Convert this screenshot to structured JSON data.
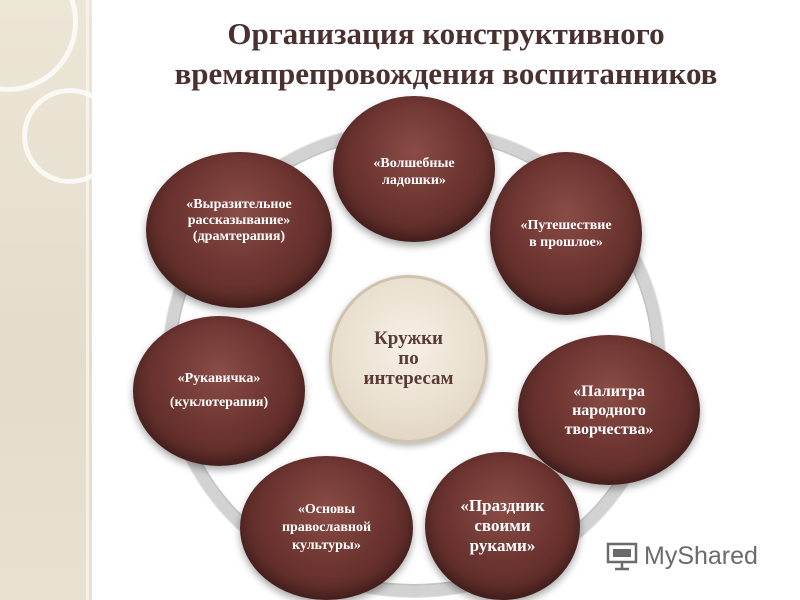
{
  "title": {
    "line1": "Организация конструктивного",
    "line2": "времяпрепровождения воспитанников"
  },
  "center": {
    "line1": "Кружки",
    "line2": "по",
    "line3": "интересам"
  },
  "nodes": [
    {
      "id": "volshebnye-ladoshki",
      "lines": [
        "«Волшебные",
        "ладошки»"
      ]
    },
    {
      "id": "puteshestvie",
      "lines": [
        "«Путешествие",
        "в прошлое»"
      ]
    },
    {
      "id": "palitra",
      "lines": [
        "«Палитра",
        "народного",
        "творчества»"
      ]
    },
    {
      "id": "prazdnik",
      "lines": [
        "«Праздник",
        "своими",
        "руками»"
      ]
    },
    {
      "id": "osnovy",
      "lines": [
        "«Основы",
        "православной",
        "культуры»"
      ]
    },
    {
      "id": "rukavichka",
      "lines": [
        "«Рукавичка»",
        "(куклотерапия)"
      ]
    },
    {
      "id": "rasskazyvanie",
      "lines": [
        "«Выразительное",
        "рассказывание»",
        "(драмтерапия)"
      ]
    }
  ],
  "watermark": {
    "text": "MyShared"
  },
  "colors": {
    "title": "#4a3130",
    "node_fill": "#6d3531",
    "center_fill": "#e9dfcf",
    "center_text": "#5a3a36",
    "orbit": "#d2d2d2",
    "side_panel": "#e8e1d1"
  }
}
